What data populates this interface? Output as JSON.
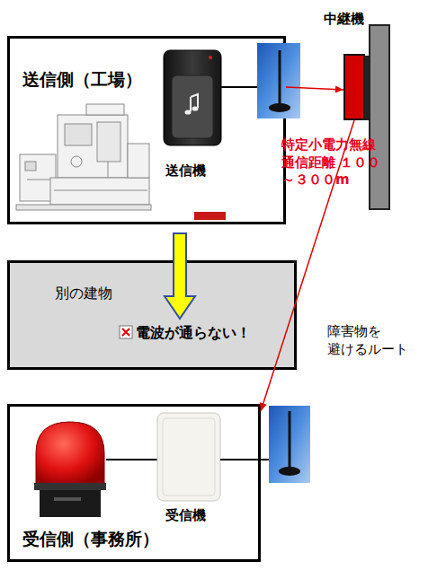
{
  "diagram": {
    "nodes": [
      {
        "text": [
          "送信側（工場）"
        ]
      },
      {
        "text": [
          "送信機"
        ],
        "in": 0
      },
      {
        "text": [
          "中継機"
        ]
      },
      {
        "text": [
          "別の建物",
          "電波が通らない！"
        ]
      },
      {
        "text": [
          "受信側（事務所）"
        ]
      },
      {
        "text": [
          "受信機"
        ],
        "in": 4
      }
    ],
    "edges": [
      {
        "from": 0,
        "to": 2,
        "arrow": "to"
      },
      {
        "from": 2,
        "to": 4,
        "arrow": "to"
      },
      {
        "from": 0,
        "to": 3,
        "arrow": "to"
      }
    ],
    "labels": [
      "特定小電力無線 通信距離 １００～３００m",
      "障害物を 避けるルート"
    ]
  }
}
